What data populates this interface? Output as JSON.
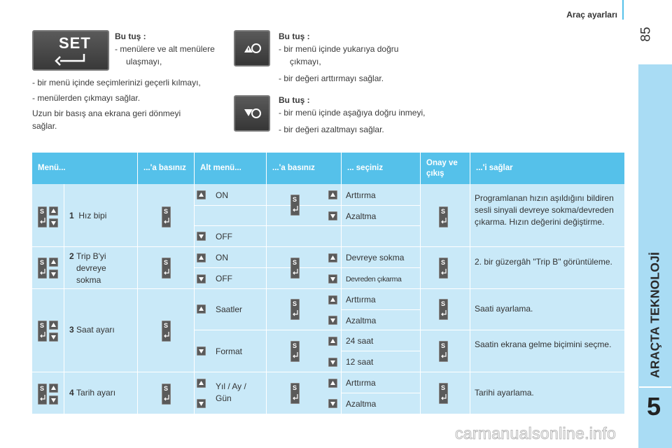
{
  "header": {
    "section_title": "Araç ayarları",
    "page_number": "85"
  },
  "chapter": {
    "title": "ARAÇTA TEKNOLOJİ",
    "number": "5"
  },
  "set_button": {
    "label": "SET",
    "heading": "Bu tuş :",
    "lines": [
      "menülere ve alt menülere ulaşmayı,"
    ],
    "more_lines": [
      "bir menü içinde seçimlerinizi geçerli kılmayı,",
      "menülerden çıkmayı sağlar."
    ],
    "note": "Uzun bir basış ana ekrana geri dönmeyi sağlar."
  },
  "up_button": {
    "heading": "Bu tuş :",
    "lines": [
      "bir menü içinde yukarıya doğru çıkmayı,",
      "bir değeri arttırmayı sağlar."
    ]
  },
  "down_button": {
    "heading": "Bu tuş :",
    "lines": [
      "bir menü içinde aşağıya doğru inmeyi,",
      "bir değeri azaltmayı sağlar."
    ]
  },
  "table": {
    "headers": {
      "menu": "Menü...",
      "press1": "...'a basınız",
      "submenu": "Alt menü...",
      "press2": "...'a basınız",
      "select": "... seçiniz",
      "confirm": "Onay ve çıkış",
      "result": "...'i sağlar"
    },
    "rows": {
      "r1": {
        "num": "1",
        "menu": "Hız bipi",
        "sub_on": "ON",
        "sub_off": "OFF",
        "opt1": "Arttırma",
        "opt2": "Azaltma",
        "result": "Programlanan hızın aşıldığını bildiren sesli sinyali devreye sokma/devreden çıkarma. Hızın değerini değiştirme."
      },
      "r2": {
        "num": "2",
        "menu": "Trip B'yi devreye sokma",
        "sub_on": "ON",
        "sub_off": "OFF",
        "opt1": "Devreye sokma",
        "opt2": "Devreden çıkarma",
        "result": "2. bir güzergâh \"Trip B\" görüntüleme."
      },
      "r3": {
        "num": "3",
        "menu": "Saat ayarı",
        "sub1": "Saatler",
        "sub2": "Format",
        "opt1": "Arttırma",
        "opt2": "Azaltma",
        "opt3": "24 saat",
        "opt4": "12 saat",
        "result1": "Saati ayarlama.",
        "result2": "Saatin ekrana gelme biçimini seçme."
      },
      "r4": {
        "num": "4",
        "menu": "Tarih ayarı",
        "sub": "Yıl / Ay / Gün",
        "opt1": "Arttırma",
        "opt2": "Azaltma",
        "result": "Tarihi ayarlama."
      }
    },
    "button_letter": "S"
  },
  "watermark": "carmanualsonline.info",
  "colors": {
    "accent": "#55c1ea",
    "table_fill": "#c9e9f8",
    "side_tab": "#a9dcf4"
  }
}
